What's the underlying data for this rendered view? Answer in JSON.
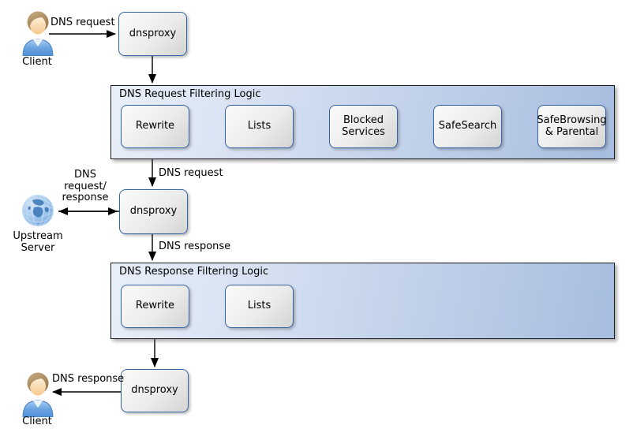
{
  "colors": {
    "node-border": "#3465a4",
    "node-fill-a": "#fbfbfb",
    "node-fill-b": "#d4d4d4",
    "group-fill-a": "#e9eff9",
    "group-fill-b": "#a7bddf",
    "group-border": "#1a1a1a",
    "arrow": "#000000",
    "text": "#000000"
  },
  "actors": {
    "client_top": "Client",
    "client_bottom": "Client",
    "upstream_line1": "Upstream",
    "upstream_line2": "Server"
  },
  "nodes": {
    "dnsproxy1": "dnsproxy",
    "dnsproxy2": "dnsproxy",
    "dnsproxy3": "dnsproxy"
  },
  "groups": [
    {
      "title": "DNS Request Filtering Logic",
      "boxes": [
        "Rewrite",
        "Lists",
        "Blocked Services",
        "SafeSearch",
        "SafeBrowsing & Parental"
      ]
    },
    {
      "title": "DNS Response Filtering Logic",
      "boxes": [
        "Rewrite",
        "Lists"
      ]
    }
  ],
  "edge_labels": {
    "client_to_proxy": "DNS request",
    "filter_to_proxy2": "DNS request",
    "upstream_l1": "DNS",
    "upstream_l2": "request/",
    "upstream_l3": "response",
    "proxy2_to_filter": "DNS response",
    "proxy3_to_client": "DNS response"
  },
  "icons": {
    "person": "person-icon",
    "globe": "globe-icon"
  }
}
